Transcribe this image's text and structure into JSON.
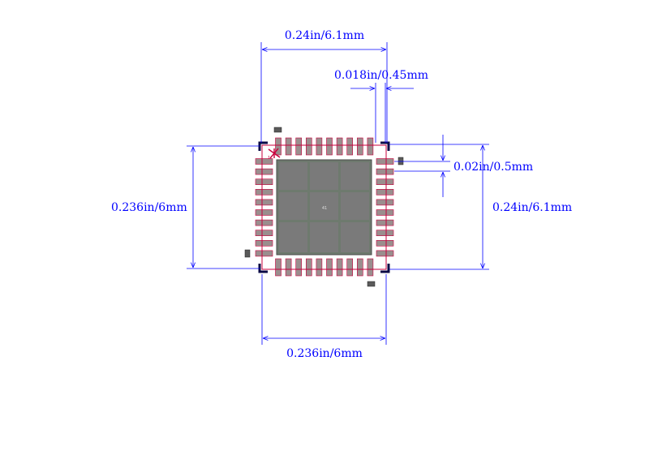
{
  "dimensions": {
    "top_width": "0.24in/6.1mm",
    "pad_width": "0.018in/0.45mm",
    "pitch": "0.02in/0.5mm",
    "left_height": "0.236in/6mm",
    "right_height": "0.24in/6.1mm",
    "bottom_width": "0.236in/6mm"
  },
  "pin_one_label": "1",
  "center_label": "41",
  "colors": {
    "dimension": "#0000ff",
    "outline": "#c8003c",
    "pad_fill": "#9a8e8e",
    "thermal_fill": "#6e7a6e",
    "corner": "#0a0a46",
    "marker": "#5a5a5a"
  }
}
